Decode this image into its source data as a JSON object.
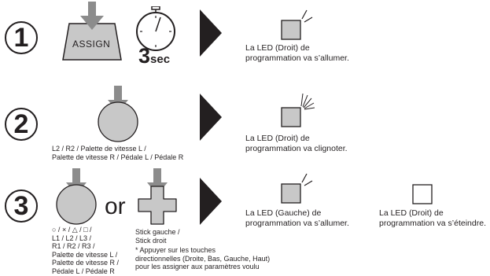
{
  "steps": [
    {
      "number": "1",
      "button_label": "ASSIGN",
      "timer_value": "3",
      "timer_unit": "sec",
      "led_text_1": "La LED (Droit) de",
      "led_text_2": "programmation va s’allumer."
    },
    {
      "number": "2",
      "button_caption_1": "L2 / R2 / Palette de vitesse L /",
      "button_caption_2": "Palette de vitesse R / Pédale L / Pédale R",
      "led_text_1": "La LED (Droit) de",
      "led_text_2": "programmation va clignoter."
    },
    {
      "number": "3",
      "or_label": "or",
      "button_caption": [
        "○ / × / △ / □ /",
        "L1 / L2 / L3 /",
        "R1 / R2 / R3 /",
        "Palette de vitesse L /",
        "Palette de vitesse R /",
        "Pédale L / Pédale R"
      ],
      "dpad_caption_1": "Stick gauche /",
      "dpad_caption_2": "Stick droit",
      "note": [
        "* Appuyer sur les touches",
        "directionnelles (Droite, Bas, Gauche, Haut)",
        "pour les assigner aux paramètres voulu"
      ],
      "led_left_text_1": "La LED (Gauche) de",
      "led_left_text_2": "programmation va s’allumer.",
      "led_right_text_1": "La LED (Droit) de",
      "led_right_text_2": "programmation va s’éteindre."
    }
  ],
  "colors": {
    "gray_fill": "#c8c8c8",
    "arrow_gray": "#8c8c8c",
    "ink": "#231f20"
  },
  "icons": [
    "assign-button-icon",
    "stopwatch-icon",
    "press-arrow-icon",
    "round-button-icon",
    "dpad-icon",
    "play-triangle-icon",
    "led-on-icon",
    "led-blink-icon",
    "led-off-icon"
  ]
}
